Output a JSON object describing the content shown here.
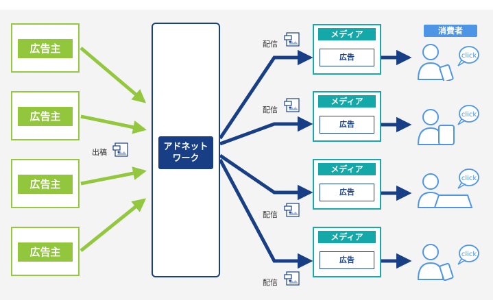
{
  "advertisers": [
    {
      "label": "広告主"
    },
    {
      "label": "広告主"
    },
    {
      "label": "広告主"
    },
    {
      "label": "広告主"
    }
  ],
  "ad_network": {
    "label": "アドネット\nワーク"
  },
  "submission_caption": "出稿",
  "distribution_caption": "配信",
  "media": [
    {
      "title": "メディア",
      "ad_label": "広告"
    },
    {
      "title": "メディア",
      "ad_label": "広告"
    },
    {
      "title": "メディア",
      "ad_label": "広告"
    },
    {
      "title": "メディア",
      "ad_label": "広告"
    }
  ],
  "consumers": {
    "header": "消費者",
    "click_label": "click",
    "devices": [
      "smartphone-icon",
      "tablet-icon",
      "laptop-icon",
      "smartphone-icon"
    ]
  },
  "colors": {
    "advertiser_green": "#91c63d",
    "network_navy": "#183f85",
    "media_teal": "#14a8a9",
    "consumer_blue": "#4e95e6"
  }
}
